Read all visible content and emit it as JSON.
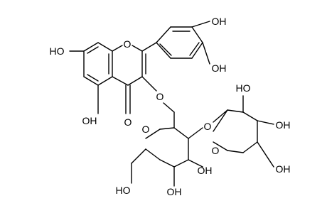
{
  "molecule": {
    "atom_labels": {
      "O": "O",
      "OH": "OH",
      "HO": "HO"
    },
    "colors": {
      "bond": "#000000",
      "text": "#000000",
      "background": "#ffffff"
    }
  }
}
